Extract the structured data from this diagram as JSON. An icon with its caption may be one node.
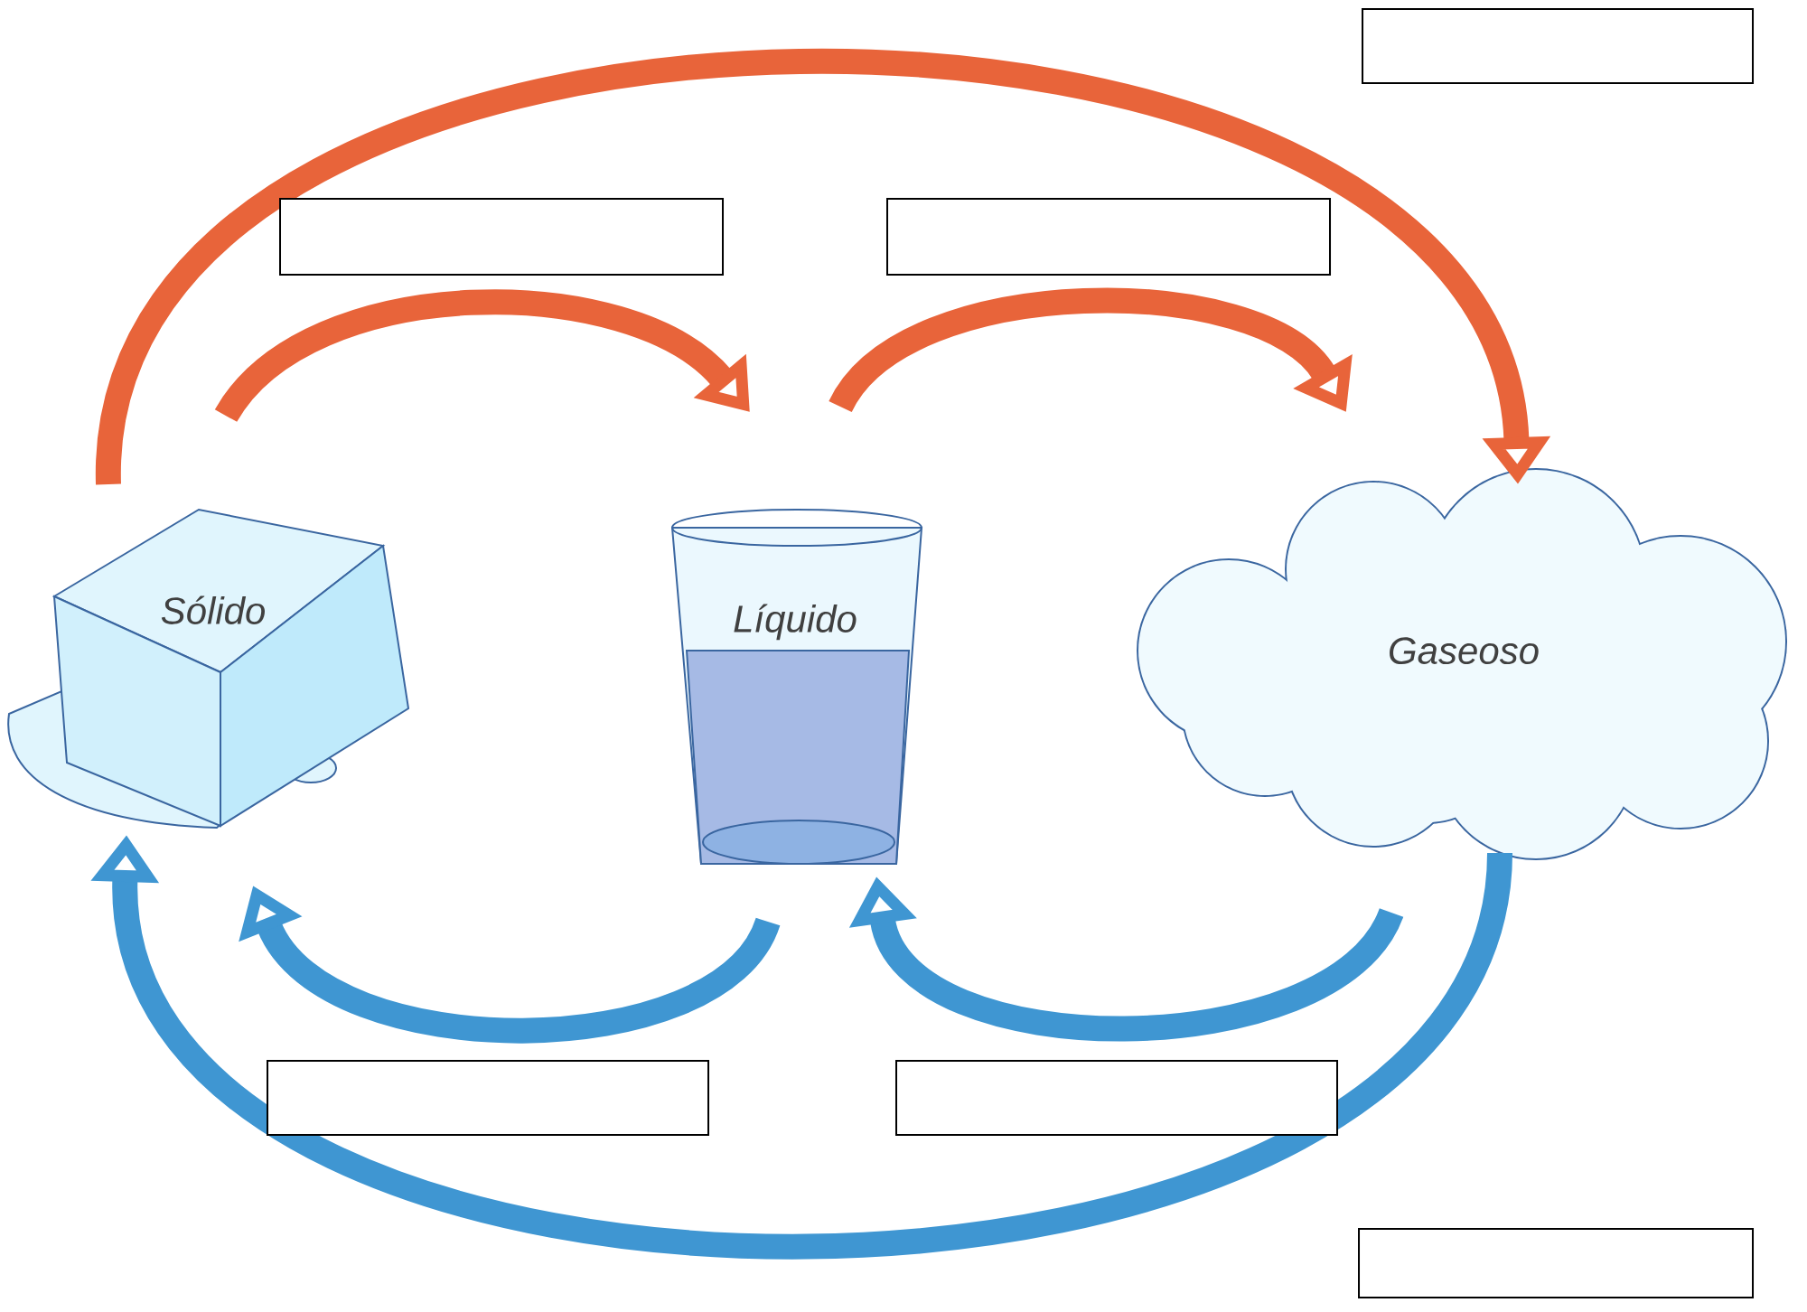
{
  "diagram": {
    "nodes": [
      {
        "text": [
          "Sólido"
        ]
      },
      {
        "text": [
          "Líquido"
        ]
      },
      {
        "text": [
          "Gaseoso"
        ]
      }
    ],
    "edges": [
      {
        "from": 0,
        "to": 1,
        "arrow": "to",
        "color": "#e8643a"
      },
      {
        "from": 1,
        "to": 2,
        "arrow": "to",
        "color": "#e8643a"
      },
      {
        "from": 0,
        "to": 2,
        "arrow": "to",
        "color": "#e8643a"
      },
      {
        "from": 1,
        "to": 0,
        "arrow": "to",
        "color": "#3f96d2"
      },
      {
        "from": 2,
        "to": 1,
        "arrow": "to",
        "color": "#3f96d2"
      },
      {
        "from": 2,
        "to": 0,
        "arrow": "to",
        "color": "#3f96d2"
      }
    ]
  }
}
